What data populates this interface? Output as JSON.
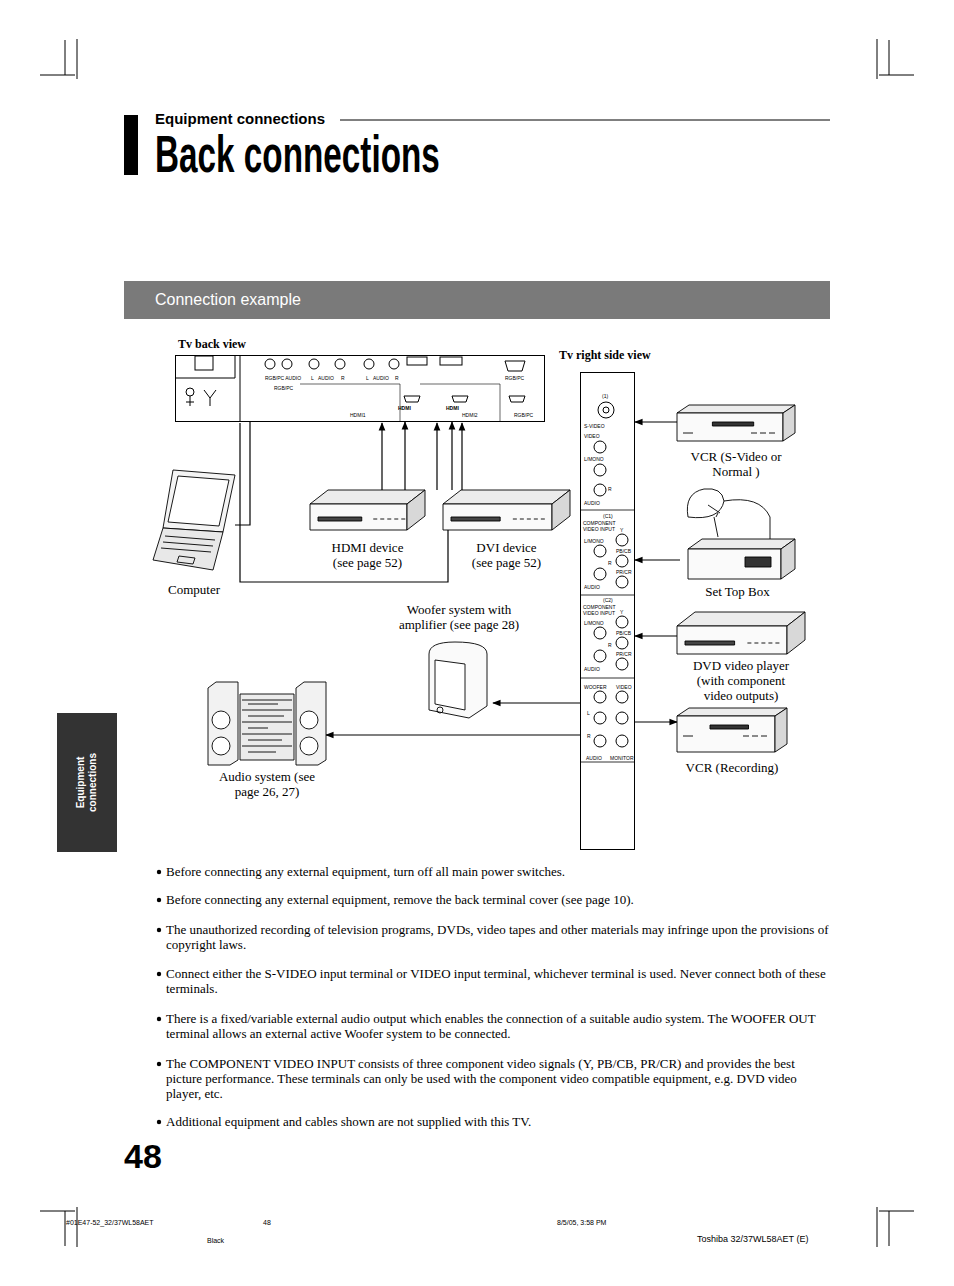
{
  "diagram": {
    "title": "Back connections",
    "nodes": [
      {
        "text": [
          "Connection example"
        ]
      },
      {
        "text": [
          "Tv back view"
        ]
      },
      {
        "text": [
          "Tv right side view"
        ]
      },
      {
        "text": [
          "VCR (S-Video or Normal )"
        ]
      },
      {
        "text": [
          "Computer"
        ]
      },
      {
        "text": [
          "HDMI device (see page 52)"
        ]
      },
      {
        "text": [
          "DVI device (see page 52)"
        ]
      },
      {
        "text": [
          "Set Top Box"
        ]
      },
      {
        "text": [
          "Woofer system with amplifier (see page 28)"
        ]
      },
      {
        "text": [
          "DVD video player (with component video outputs)"
        ]
      },
      {
        "text": [
          "Audio system (see page 26, 27)"
        ]
      },
      {
        "text": [
          "VCR (Recording)"
        ]
      }
    ],
    "edges": [
      {
        "from": 3,
        "to": 2,
        "arrow": "to"
      },
      {
        "from": 7,
        "to": 2,
        "arrow": "to"
      },
      {
        "from": 9,
        "to": 2,
        "arrow": "to"
      },
      {
        "from": 2,
        "to": 11,
        "arrow": "to"
      },
      {
        "from": 2,
        "to": 8,
        "arrow": "to"
      },
      {
        "from": 2,
        "to": 10,
        "arrow": "to"
      },
      {
        "from": 5,
        "to": 1,
        "arrow": "to"
      },
      {
        "from": 6,
        "to": 1,
        "arrow": "to"
      },
      {
        "from": 4,
        "to": 1,
        "arrow": "none"
      }
    ],
    "labels": [
      "Equipment connections",
      "48",
      "Equipment connections",
      "Before connecting any external equipment, turn off all main power switches.",
      "Before connecting any external equipment, remove the back terminal cover (see page 10).",
      "The unauthorized recording of television programs, DVDs, video tapes and other materials may infringe upon the provisions of copyright laws.",
      "Connect either the S-VIDEO input terminal or VIDEO input terminal, whichever terminal is used. Never connect both of these terminals.",
      "There is a fixed/variable external audio output which enables the connection of a suitable audio system. The WOOFER OUT terminal allows an external active Woofer system to be connected.",
      "The COMPONENT VIDEO INPUT consists of three component video signals (Y, PB/CB, PR/CR) and provides the best picture performance. These terminals can only be used with the component video compatible equipment, e.g. DVD video player, etc.",
      "Additional equipment and cables shown are not supplied with this TV.",
      "#01E47-52_32/37WL58AET",
      "48",
      "8/5/05, 3:58 PM",
      "Black",
      "Toshiba 32/37WL58AET (E)",
      "RGB/PC AUDIO",
      "RGB/PC",
      "L",
      "AUDIO",
      "R",
      "L",
      "AUDIO",
      "R",
      "RGB/PC",
      "HDMI1",
      "HDMI",
      "HDMI",
      "HDMI2",
      "RGB/PC",
      "(1)",
      "S-VIDEO",
      "VIDEO",
      "L/MONO",
      "R",
      "AUDIO",
      "(C1)",
      "COMPONENT VIDEO INPUT",
      "Y",
      "L/MONO",
      "PB/CB",
      "R",
      "PR/CR",
      "AUDIO",
      "(C2)",
      "COMPONENT VIDEO INPUT",
      "Y",
      "L/MONO",
      "PB/CB",
      "R",
      "PR/CR",
      "AUDIO",
      "WOOFER",
      "VIDEO",
      "L",
      "R",
      "AUDIO",
      "MONITOR"
    ]
  }
}
